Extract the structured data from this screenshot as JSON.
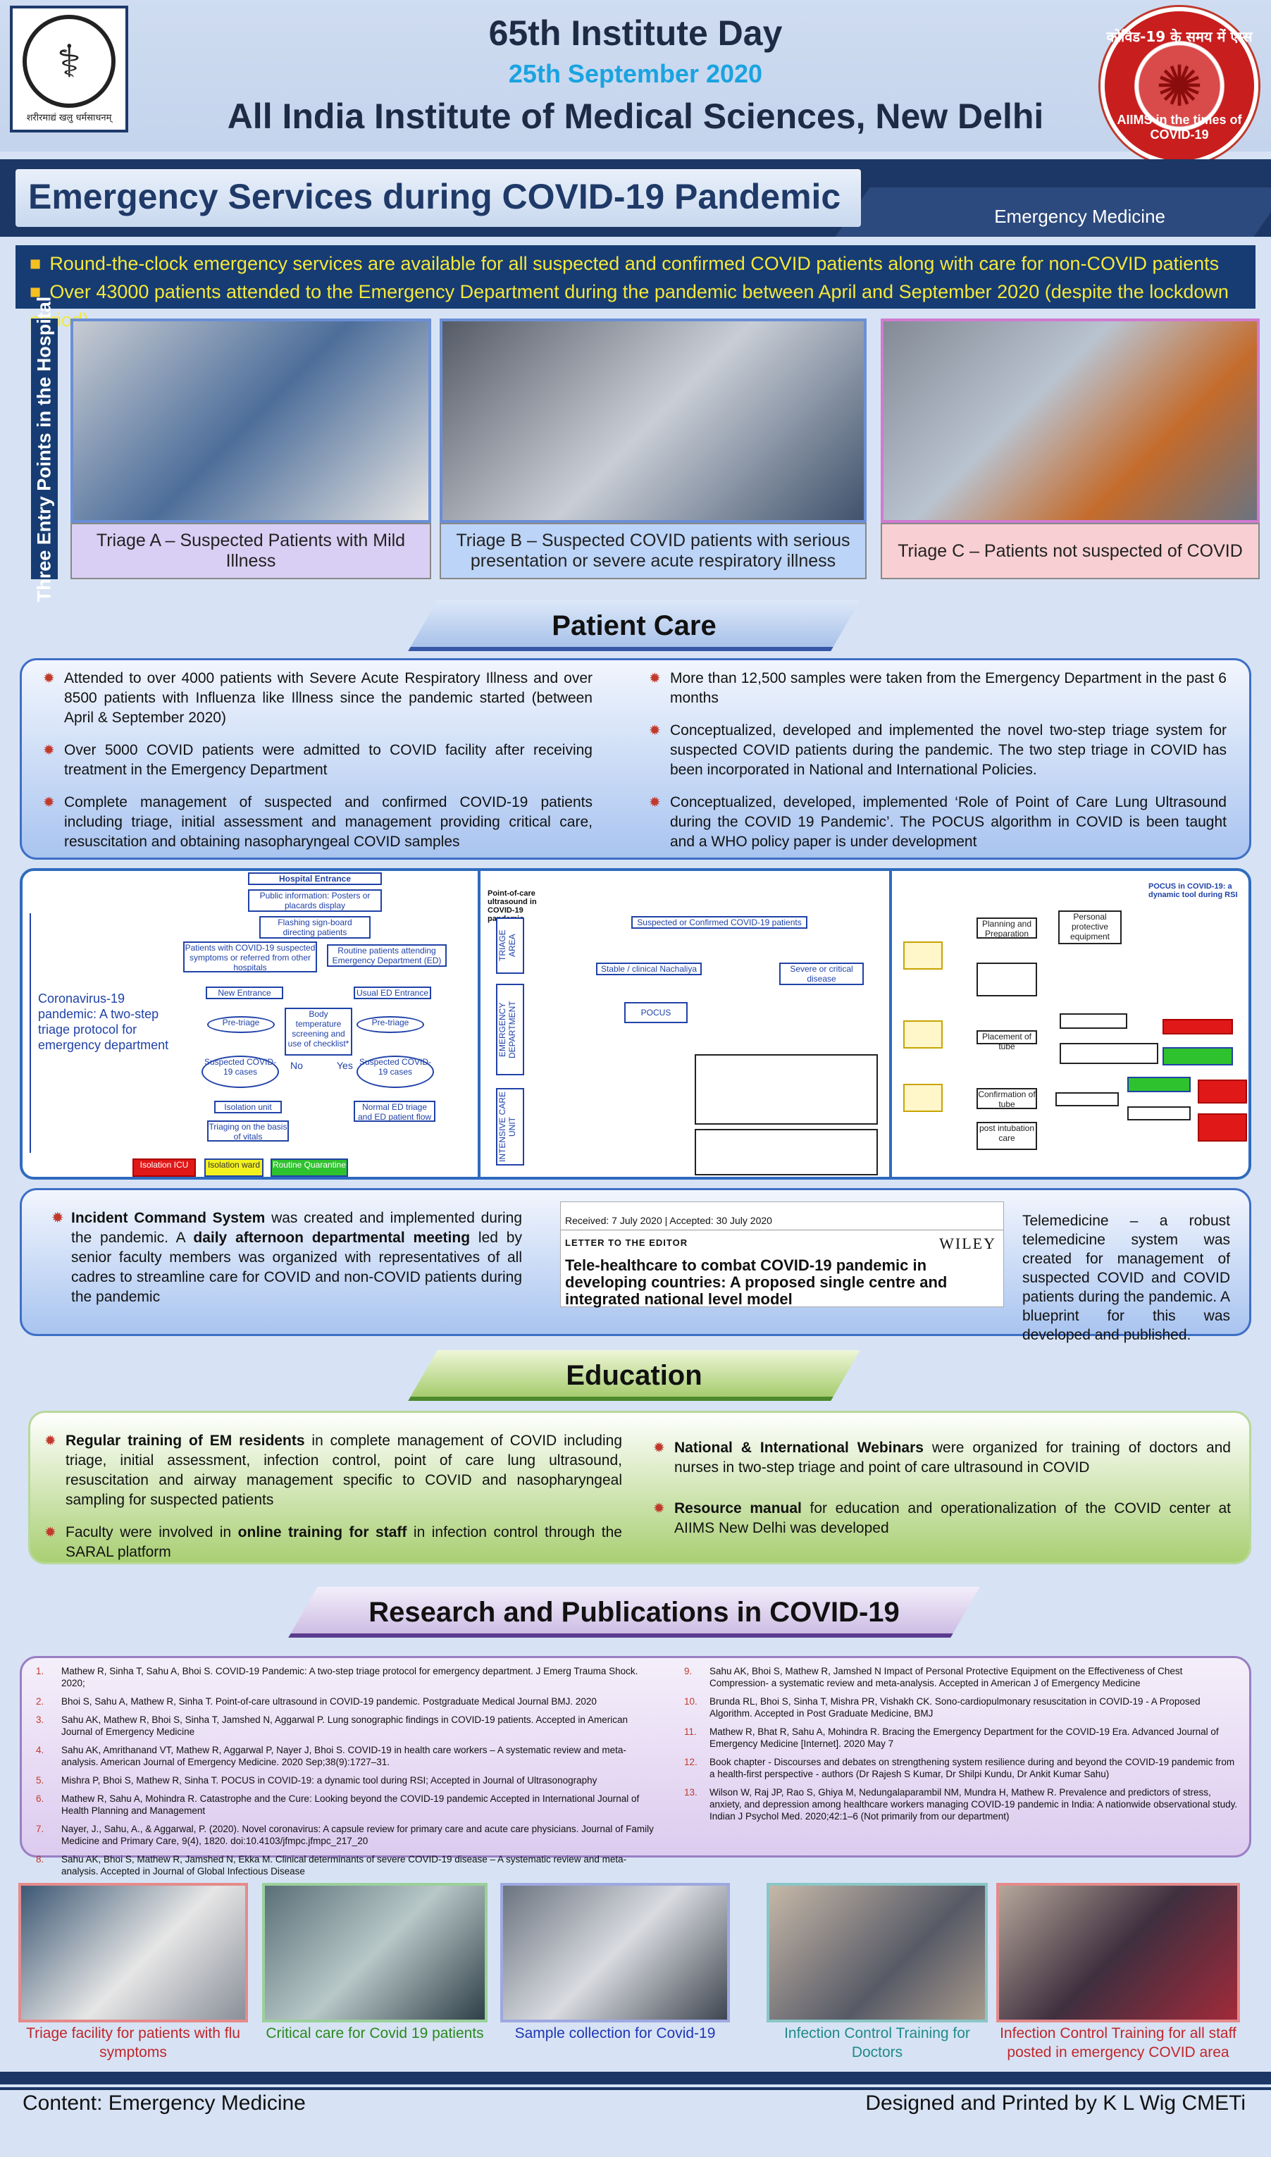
{
  "header": {
    "title1": "65th Institute Day",
    "date": "25th September 2020",
    "institute": "All India Institute of Medical Sciences, New Delhi",
    "left_logo_text": "शरीरमाद्यं खलु धर्मसाधनम्",
    "right_logo_top": "कोविड-19 के समय में एम्स",
    "right_logo_bottom": "AIIMS in the times of COVID-19"
  },
  "banner": {
    "title": "Emergency Services during COVID-19 Pandemic",
    "department": "Emergency Medicine"
  },
  "top_bullets": [
    "Round-the-clock emergency services are available for all suspected and confirmed  COVID patients along with care for non-COVID patients",
    "Over 43000 patients attended to the Emergency Department during the pandemic between April and September 2020 (despite the lockdown period)"
  ],
  "triage": {
    "side_label": "Three Entry Points in the Hospital",
    "items": [
      {
        "caption": "Triage A – Suspected Patients with Mild Illness",
        "color": "#d9cff4"
      },
      {
        "caption": "Triage B – Suspected COVID patients with serious presentation or severe acute respiratory illness",
        "color": "#bcd4f7"
      },
      {
        "caption": "Triage C – Patients not suspected of COVID",
        "color": "#f8cfd2"
      }
    ]
  },
  "patient_care": {
    "heading": "Patient Care",
    "left": [
      "Attended to over 4000 patients with Severe Acute Respiratory Illness and over 8500 patients with Influenza like Illness since the pandemic started (between April & September 2020)",
      "Over 5000 COVID patients were admitted to COVID facility after receiving treatment in the Emergency Department",
      "Complete management of suspected and confirmed COVID-19 patients including triage, initial assessment and management providing critical care, resuscitation and obtaining nasopharyngeal COVID samples"
    ],
    "right": [
      "More than 12,500 samples were taken from the Emergency Department in the past 6 months",
      "Conceptualized, developed and implemented the novel two-step triage system for suspected COVID patients during the pandemic. The two step triage in COVID has been incorporated in National and International Policies.",
      "Conceptualized, developed, implemented ‘Role of Point of Care Lung Ultrasound during the COVID 19 Pandemic’. The POCUS algorithm in COVID is been taught and a WHO policy paper is under development"
    ]
  },
  "flowchart": {
    "hospital_entrance": "Hospital Entrance",
    "public_info": "Public information: Posters or placards display",
    "flashing": "Flashing sign-board directing patients",
    "suspected_patients": "Patients with COVID-19 suspected symptoms or referred from other hospitals",
    "routine_patients": "Routine patients attending Emergency Department (ED)",
    "new_entrance": "New Entrance",
    "usual_entrance": "Usual ED Entrance",
    "pretriage": "Pre-triage",
    "screening": "Body temperature screening and use of checklist*",
    "suspected_q": "Suspected COVID-19 cases",
    "yes": "Yes",
    "no": "No",
    "isolation_unit": "Isolation unit",
    "vitals": "Triaging on the basis of vitals",
    "normal_ed": "Normal ED triage and ED patient flow",
    "isolation_icu": "Isolation ICU",
    "isolation_ward": "Isolation ward",
    "routine_quarantine": "Routine Quarantine",
    "paper_title": "Coronavirus-19 pandemic: A two-step triage protocol for emergency department",
    "pocus_header": "Point-of-care ultrasound in COVID-19 pandemic",
    "pocus_suspected": "Suspected or Confirmed COVID-19 patients",
    "pocus_stable": "Stable / clinical Nachaliya",
    "pocus_severe": "Severe or critical disease",
    "pocus_box": "POCUS",
    "triage_area": "TRIAGE AREA",
    "emergency_dept": "EMERGENCY DEPARTMENT",
    "intensive_care": "INTENSIVE CARE UNIT",
    "rsi_title": "POCUS in COVID-19: a dynamic tool during RSI",
    "rsi_planning": "Planning and Preparation",
    "rsi_ppe": "Personal protective equipment",
    "rsi_placement": "Placement of tube",
    "rsi_confirmation": "Confirmation of tube",
    "rsi_post": "post intubation care"
  },
  "ics": {
    "text_lead": "Incident Command System",
    "text_1": " was created and implemented during the pandemic. A ",
    "text_bold2": "daily afternoon departmental meeting",
    "text_2": " led by senior faculty members was organized with representatives of all cadres to streamline care for COVID and non-COVID patients during the pandemic",
    "letter_dates": "Received: 7 July 2020  |  Accepted: 30 July 2020",
    "letter_tag": "LETTER TO THE EDITOR",
    "publisher": "WILEY",
    "letter_title": "Tele-healthcare to combat COVID-19 pandemic in developing countries: A proposed single centre and integrated national level model",
    "telemedicine": "Telemedicine – a robust telemedicine system was created for management of suspected COVID and COVID patients during the pandemic. A blueprint for this was developed and published."
  },
  "education": {
    "heading": "Education",
    "left_1_bold": "Regular training of EM residents",
    "left_1": " in complete management of COVID  including triage, initial assessment, infection control, point of care lung ultrasound, resuscitation and airway management specific to COVID and nasopharyngeal sampling for suspected patients",
    "left_2_a": "Faculty were involved in ",
    "left_2_bold": "online training for staff",
    "left_2_b": " in infection control through the SARAL platform",
    "right_1_bold": "National & International Webinars",
    "right_1": " were organized for training of doctors and nurses in two-step triage and point of care ultrasound in COVID",
    "right_2_bold": "Resource manual",
    "right_2": " for education and operationalization of the COVID center at AIIMS New Delhi was developed"
  },
  "research": {
    "heading": "Research and Publications in COVID-19",
    "left": [
      {
        "n": "1.",
        "t": "Mathew R, Sinha T, Sahu A, Bhoi S. COVID-19 Pandemic: A two-step triage protocol for emergency department. J Emerg Trauma Shock. 2020;"
      },
      {
        "n": "2.",
        "t": "Bhoi S, Sahu A, Mathew R, Sinha T. Point-of-care ultrasound in COVID-19 pandemic. Postgraduate Medical Journal BMJ. 2020"
      },
      {
        "n": "3.",
        "t": "Sahu AK, Mathew R, Bhoi S, Sinha T, Jamshed N, Aggarwal P. Lung sonographic findings in COVID-19 patients. Accepted in American Journal of Emergency Medicine"
      },
      {
        "n": "4.",
        "t": "Sahu AK, Amrithanand VT, Mathew R, Aggarwal P, Nayer J, Bhoi S. COVID-19 in health care workers – A systematic review and meta-analysis. American Journal of Emergency Medicine. 2020 Sep;38(9):1727–31."
      },
      {
        "n": "5.",
        "t": "Mishra P, Bhoi S, Mathew R, Sinha T. POCUS in COVID-19: a dynamic tool during RSI; Accepted in Journal of Ultrasonography"
      },
      {
        "n": "6.",
        "t": "Mathew R, Sahu A, Mohindra R. Catastrophe and the Cure: Looking beyond the COVID-19 pandemic Accepted in International Journal of Health Planning and Management"
      },
      {
        "n": "7.",
        "t": "Nayer, J., Sahu, A., &amp; Aggarwal, P. (2020). Novel coronavirus: A capsule review for primary care and acute care physicians. Journal of Family Medicine and Primary Care, 9(4), 1820. doi:10.4103/jfmpc.jfmpc_217_20"
      },
      {
        "n": "8.",
        "t": "Sahu AK, Bhoi S, Mathew R, Jamshed N, Ekka M. Clinical determinants of severe COVID-19 disease – A systematic review and meta-analysis. Accepted in Journal of Global Infectious Disease"
      }
    ],
    "right": [
      {
        "n": "9.",
        "t": "Sahu AK, Bhoi S, Mathew R, Jamshed N Impact of Personal Protective Equipment on the Effectiveness of Chest Compression- a systematic review and meta-analysis. Accepted in American J of Emergency Medicine"
      },
      {
        "n": "10.",
        "t": "Brunda RL, Bhoi S, Sinha T, Mishra PR, Vishakh CK. Sono-cardiopulmonary resuscitation in COVID-19 - A Proposed Algorithm. Accepted in Post Graduate Medicine, BMJ"
      },
      {
        "n": "11.",
        "t": "Mathew R, Bhat R, Sahu A, Mohindra R. Bracing the Emergency Department for the COVID-19 Era. Advanced Journal of Emergency Medicine [Internet]. 2020 May 7"
      },
      {
        "n": "12.",
        "t": "Book chapter - Discourses and debates on strengthening system resilience during and beyond the COVID-19 pandemic from a health-first perspective - authors (Dr Rajesh S Kumar, Dr Shilpi Kundu, Dr Ankit Kumar Sahu)"
      },
      {
        "n": "13.",
        "t": "Wilson W, Raj JP, Rao S, Ghiya M, Nedungalaparambil NM, Mundra H, Mathew R. Prevalence and predictors of stress, anxiety, and depression among healthcare workers managing COVID-19 pandemic in India: A nationwide observational study. Indian J Psychol Med. 2020;42:1–6 (Not primarily from our department)"
      }
    ]
  },
  "bottom_photos": [
    {
      "caption": "Triage facility for patients with flu symptoms",
      "color": "#c0262b"
    },
    {
      "caption": "Critical care for Covid 19 patients",
      "color": "#2a8a1e"
    },
    {
      "caption": "Sample collection for Covid-19",
      "color": "#2036b6"
    },
    {
      "caption": "Infection Control Training for Doctors",
      "color": "#1f8a8a"
    },
    {
      "caption": "Infection Control Training for all staff posted in emergency COVID area",
      "color": "#c0262b"
    }
  ],
  "footer": {
    "left": "Content: Emergency Medicine",
    "right": "Designed and Printed by K L Wig CMETi"
  }
}
